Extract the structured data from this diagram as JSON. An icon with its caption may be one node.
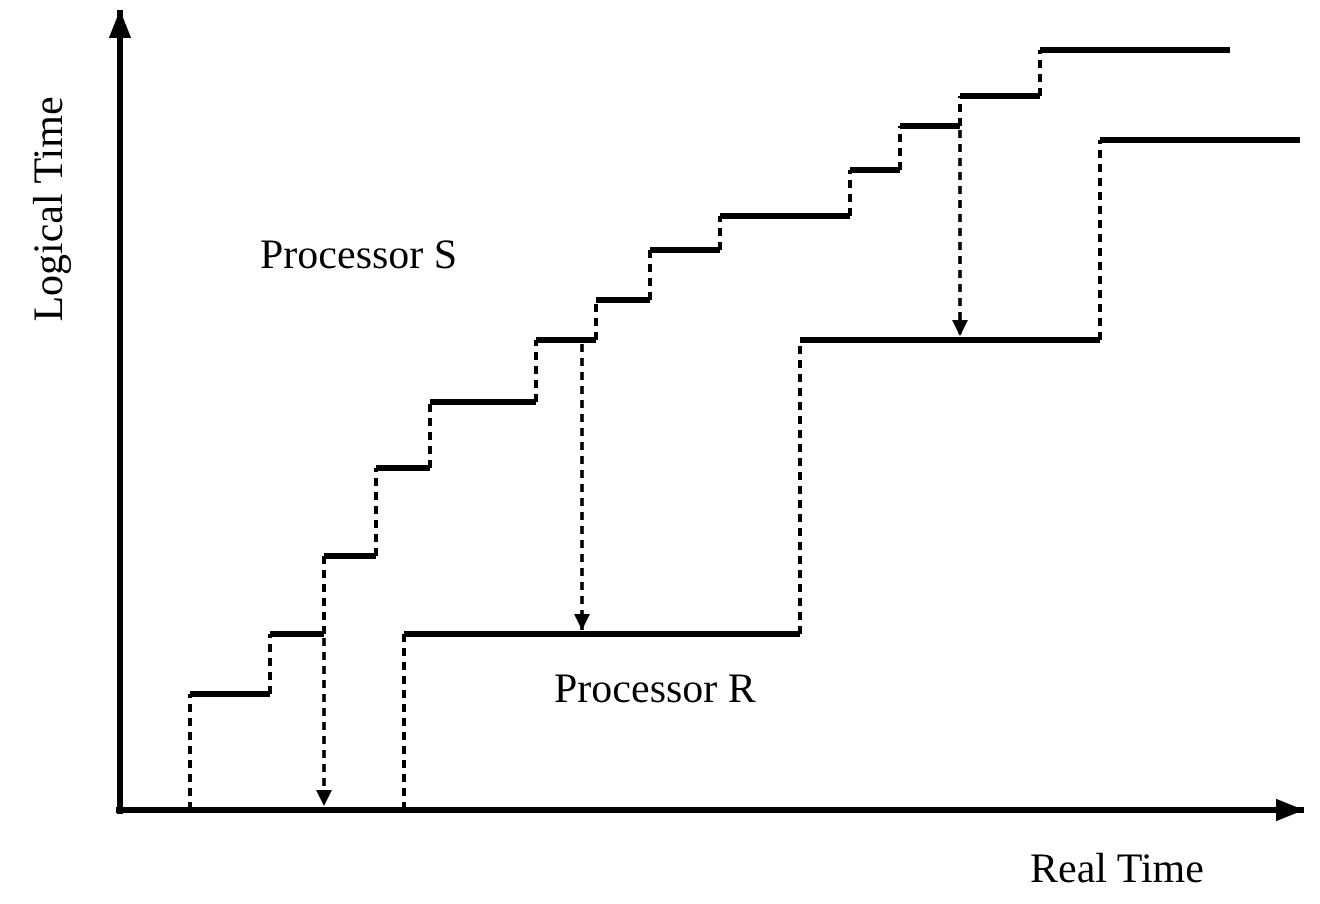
{
  "diagram": {
    "nodes": [
      {
        "text": [],
        "shape": "line"
      },
      {
        "text": [],
        "shape": "line"
      }
    ],
    "edges": [
      {
        "from": 0,
        "to": 1,
        "arrow": "to",
        "style": "dashed"
      },
      {
        "from": 0,
        "to": 1,
        "arrow": "to",
        "style": "dashed"
      },
      {
        "from": 0,
        "to": 1,
        "arrow": "to",
        "style": "dashed"
      }
    ],
    "labels": [
      "Logical Time",
      "Processor S",
      "Processor R",
      "Real Time"
    ]
  }
}
